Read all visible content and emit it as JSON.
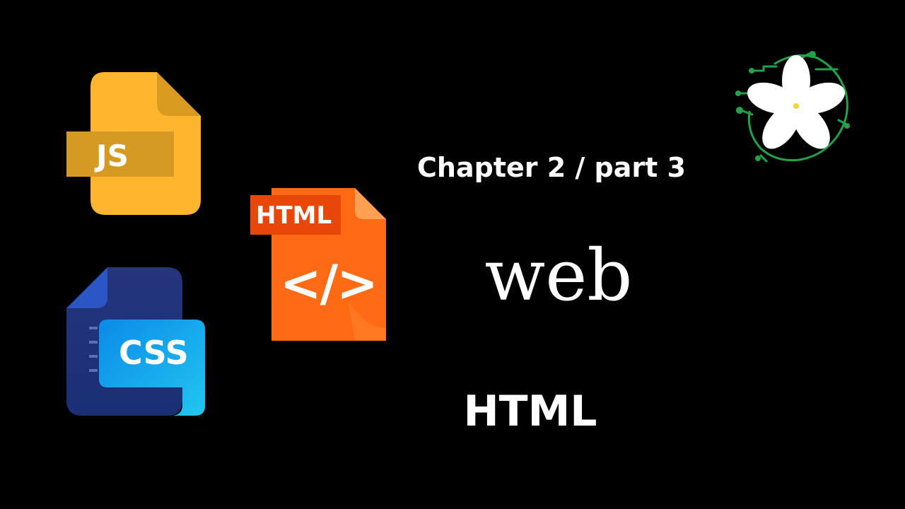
{
  "slide": {
    "chapter_text": "Chapter 2 / part 3",
    "title_text": "web",
    "topic_text": "HTML"
  },
  "icons": {
    "js": {
      "label": "JS",
      "name": "js-file-icon",
      "colors": {
        "body": "#FFB52E",
        "fold": "#D99A20",
        "band": "#D49A23"
      }
    },
    "html": {
      "label": "HTML",
      "glyph": "</>",
      "name": "html-file-icon",
      "colors": {
        "body": "#FF6A13",
        "fold": "#FFA053",
        "band": "#E9460A"
      }
    },
    "css": {
      "label": "CSS",
      "name": "css-file-icon",
      "colors": {
        "body": "#1E3A8A",
        "card_start": "#0B8BE8",
        "card_end": "#22C6F0"
      }
    },
    "logo": {
      "name": "flower-circuit-logo",
      "colors": {
        "circuit": "#22A34A",
        "petal": "#FFFFFF",
        "center": "#F2D33A"
      }
    }
  }
}
